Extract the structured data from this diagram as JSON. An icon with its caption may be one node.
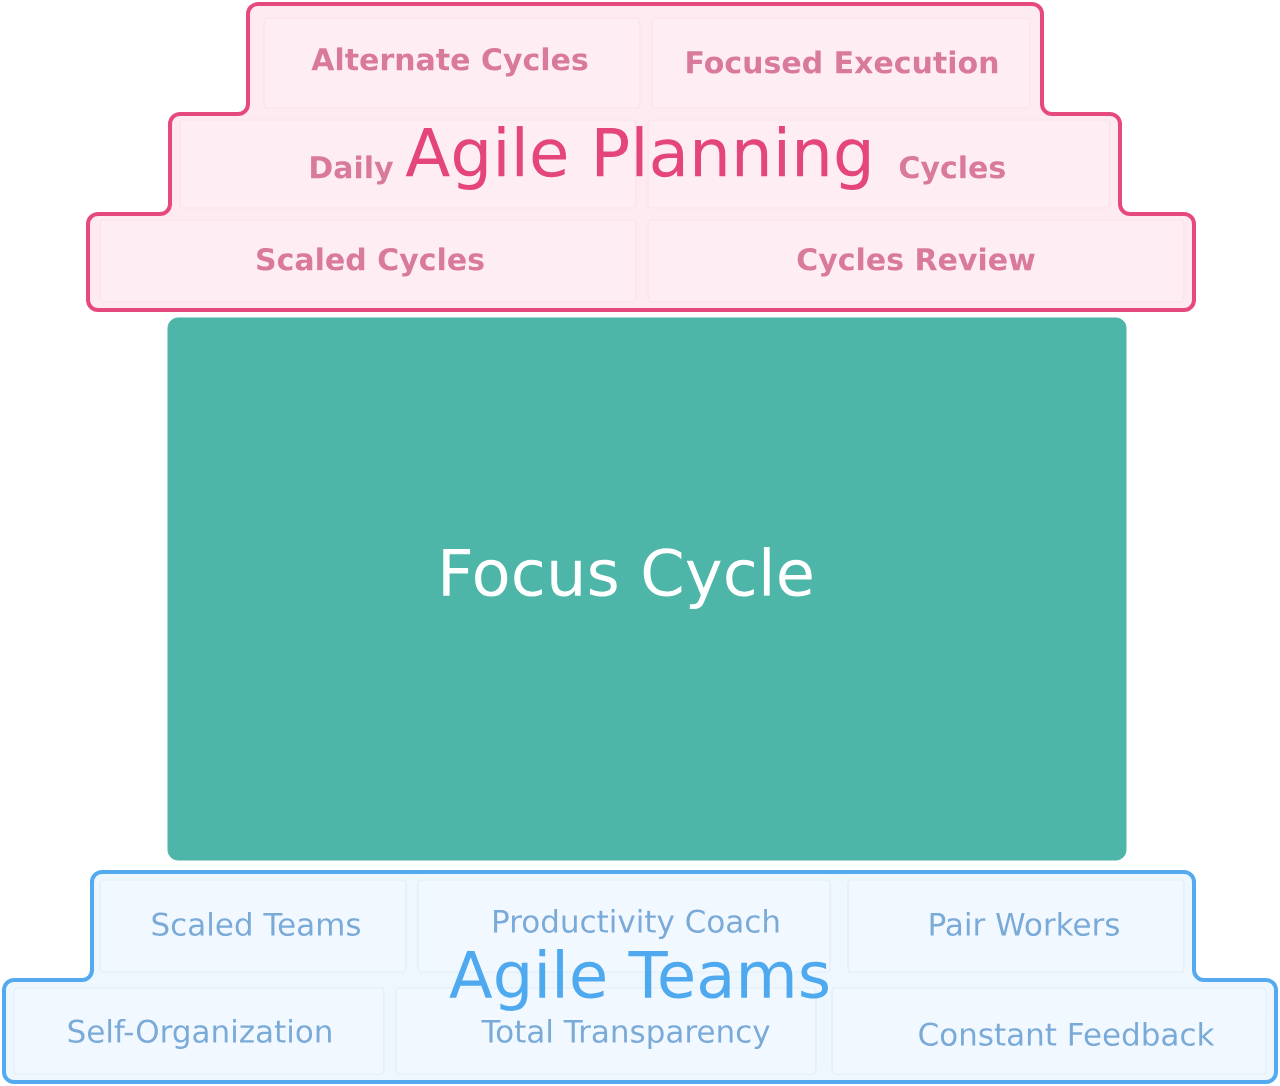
{
  "diagram": {
    "nodes": [
      {
        "text": [
          "Agile Planning"
        ]
      },
      {
        "text": [
          "Alternate Cycles"
        ],
        "in": 0
      },
      {
        "text": [
          "Focused Execution"
        ],
        "in": 0
      },
      {
        "text": [
          "Daily"
        ],
        "in": 0
      },
      {
        "text": [
          "Cycles"
        ],
        "in": 0
      },
      {
        "text": [
          "Scaled Cycles"
        ],
        "in": 0
      },
      {
        "text": [
          "Cycles Review"
        ],
        "in": 0
      },
      {
        "text": [
          "Focus Cycle"
        ]
      },
      {
        "text": [
          "Agile Teams"
        ]
      },
      {
        "text": [
          "Scaled Teams"
        ],
        "in": 8
      },
      {
        "text": [
          "Productivity Coach"
        ],
        "in": 8
      },
      {
        "text": [
          "Pair Workers"
        ],
        "in": 8
      },
      {
        "text": [
          "Self-Organization"
        ],
        "in": 8
      },
      {
        "text": [
          "Total Transparency"
        ],
        "in": 8
      },
      {
        "text": [
          "Constant Feedback"
        ],
        "in": 8
      }
    ]
  }
}
